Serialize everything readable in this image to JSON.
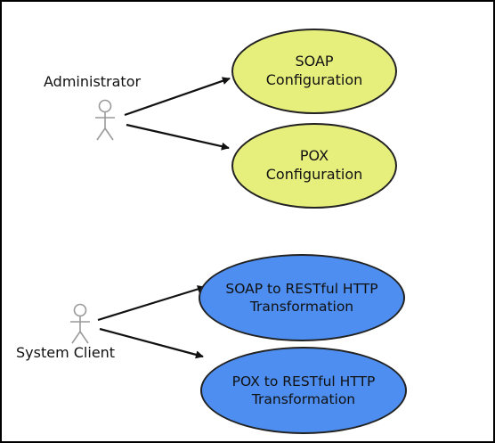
{
  "diagram": {
    "colors": {
      "config_fill": "#e6ee7c",
      "transform_fill": "#4d8ef0",
      "stroke": "#222222",
      "actor_stroke": "#9a9a9a",
      "border": "#000000"
    },
    "actors": [
      {
        "label": "Administrator"
      },
      {
        "label": "System Client"
      }
    ],
    "use_cases": [
      {
        "line1": "SOAP",
        "line2": "Configuration"
      },
      {
        "line1": "POX",
        "line2": "Configuration"
      },
      {
        "line1": "SOAP to RESTful HTTP",
        "line2": "Transformation"
      },
      {
        "line1": "POX to RESTful HTTP",
        "line2": "Transformation"
      }
    ]
  }
}
